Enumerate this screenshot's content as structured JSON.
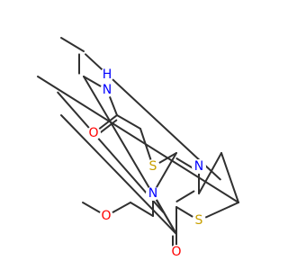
{
  "molecule": {
    "colors": {
      "bond": "#303030",
      "carbon": "#303030",
      "nitrogen": "#0000ff",
      "oxygen": "#ff0000",
      "sulfur": "#c8a000"
    },
    "atom_labels": [
      {
        "id": "nh",
        "text": "N",
        "element": "nitrogen"
      },
      {
        "id": "nh_h",
        "text": "H",
        "element": "nitrogen"
      },
      {
        "id": "o_amide",
        "text": "O",
        "element": "oxygen"
      },
      {
        "id": "s_thio",
        "text": "S",
        "element": "sulfur"
      },
      {
        "id": "n_ring1",
        "text": "N",
        "element": "nitrogen"
      },
      {
        "id": "n_ring2",
        "text": "N",
        "element": "nitrogen"
      },
      {
        "id": "s_ring",
        "text": "S",
        "element": "sulfur"
      },
      {
        "id": "o_ketone",
        "text": "O",
        "element": "oxygen"
      },
      {
        "id": "o_ether",
        "text": "O",
        "element": "oxygen"
      }
    ]
  }
}
